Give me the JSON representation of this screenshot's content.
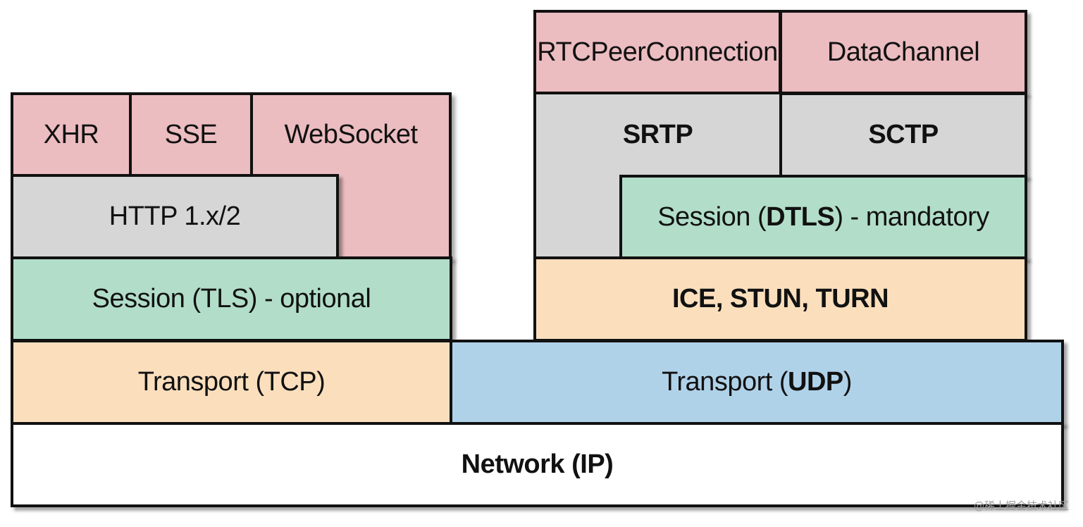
{
  "left_stack": {
    "xhr": "XHR",
    "sse": "SSE",
    "websocket": "WebSocket",
    "http": "HTTP 1.x/2",
    "tls": "Session (TLS) - optional",
    "tcp": "Transport (TCP)"
  },
  "right_stack": {
    "rtcpeerconnection": "RTCPeerConnection",
    "datachannel": "DataChannel",
    "srtp": "SRTP",
    "sctp": "SCTP",
    "dtls_prefix": "Session (",
    "dtls_bold": "DTLS",
    "dtls_suffix": ") - mandatory",
    "ice": "ICE, STUN, TURN",
    "udp_prefix": "Transport (",
    "udp_bold": "UDP",
    "udp_suffix": ")"
  },
  "network": "Network (IP)",
  "watermark": "@稀土掘金技术社区",
  "colors": {
    "application": "#ebbcc0",
    "protocol": "#d6d6d6",
    "session": "#b2dec9",
    "transport_tcp": "#fbdfbd",
    "transport_udp": "#b0d2e9",
    "network": "#ffffff"
  }
}
